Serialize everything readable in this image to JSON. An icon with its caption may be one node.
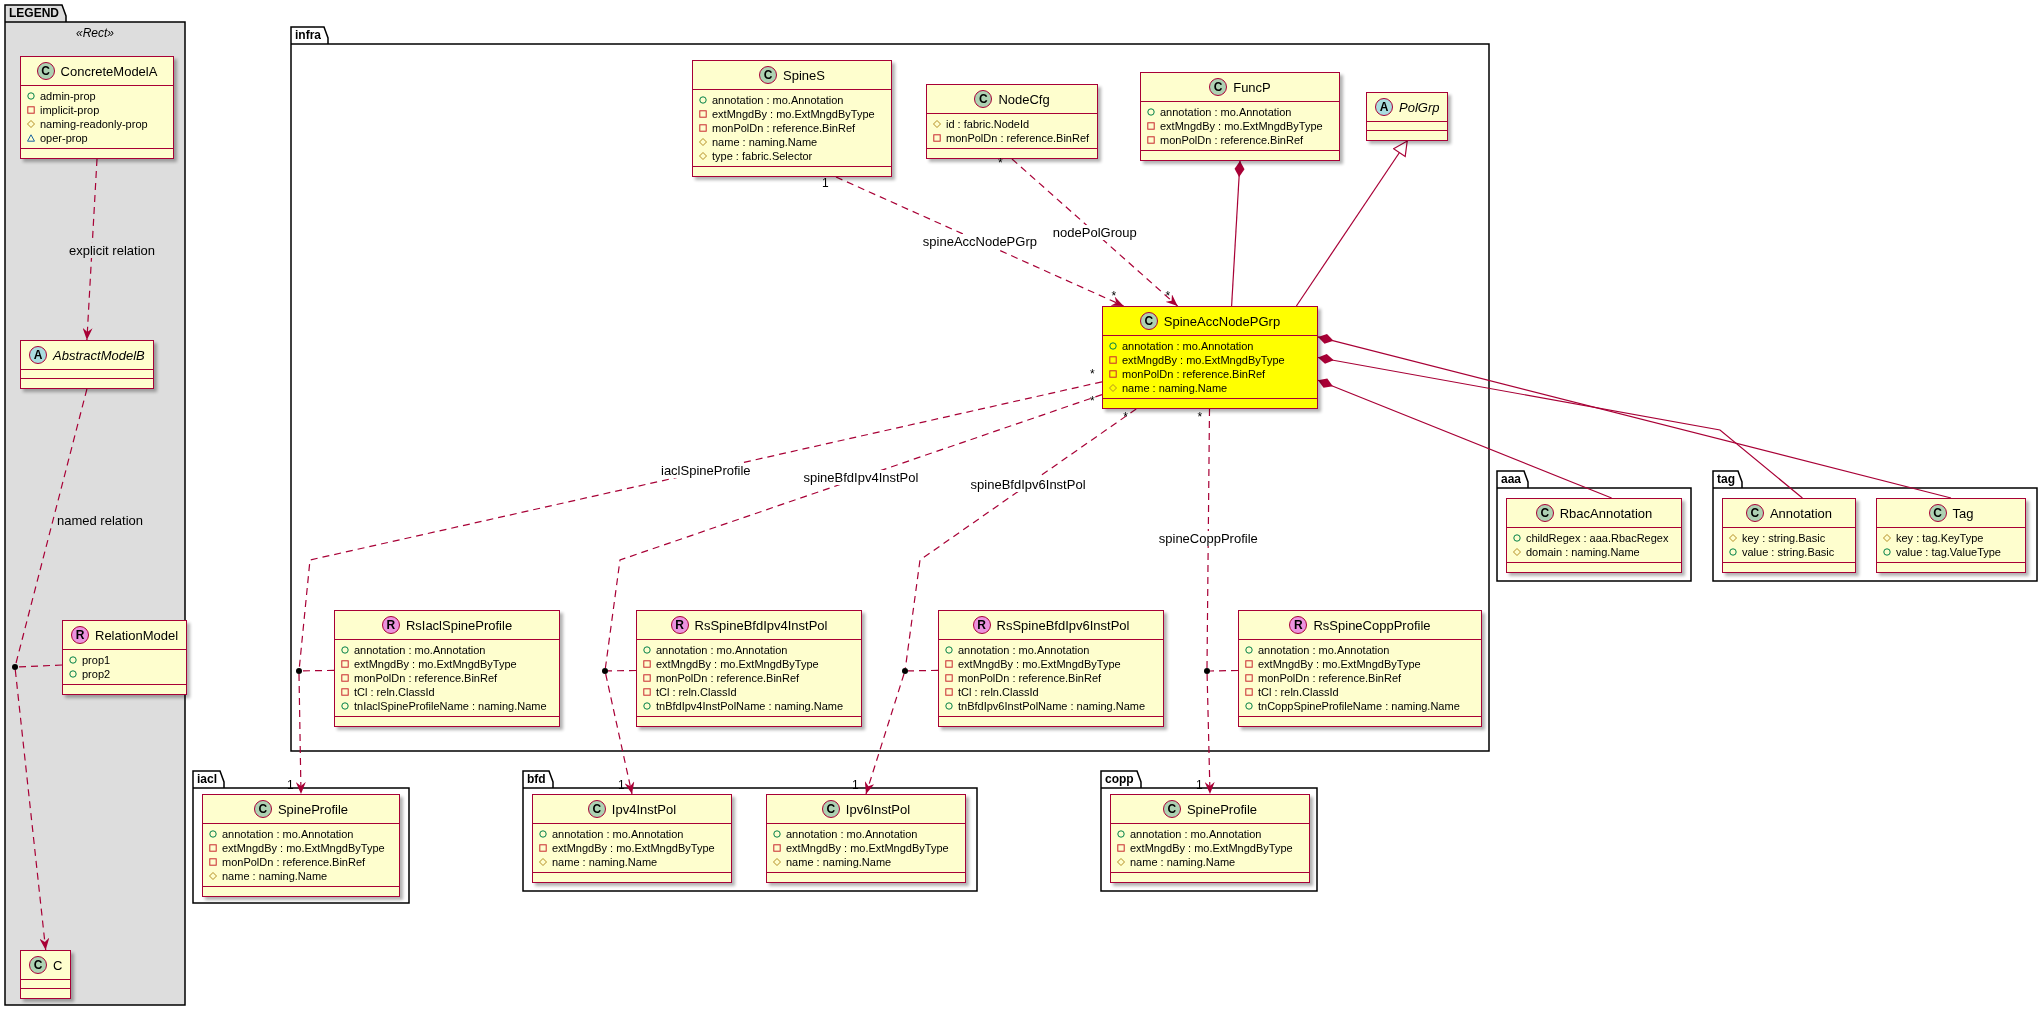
{
  "diagram": {
    "nodes": [
      {
        "text": [
          "LEGEND",
          "«Rect»"
        ]
      },
      {
        "text": [
          "C",
          "ConcreteModelA",
          "admin-prop",
          "implicit-prop",
          "naming-readonly-prop",
          "oper-prop"
        ],
        "in": 0
      },
      {
        "text": [
          "A",
          "AbstractModelB"
        ],
        "in": 0
      },
      {
        "text": [
          "R",
          "RelationModel",
          "prop1",
          "prop2"
        ],
        "in": 0
      },
      {
        "text": [
          "C",
          "C"
        ],
        "in": 0
      },
      {
        "text": [],
        "shape": "circle",
        "in": 0
      },
      {
        "text": [
          "infra"
        ]
      },
      {
        "text": [
          "C",
          "SpineS",
          "annotation : mo.Annotation",
          "extMngdBy : mo.ExtMngdByType",
          "monPolDn : reference.BinRef",
          "name : naming.Name",
          "type : fabric.Selector"
        ],
        "in": 6
      },
      {
        "text": [
          "C",
          "NodeCfg",
          "id : fabric.NodeId",
          "monPolDn : reference.BinRef"
        ],
        "in": 6
      },
      {
        "text": [
          "C",
          "FuncP",
          "annotation : mo.Annotation",
          "extMngdBy : mo.ExtMngdByType",
          "monPolDn : reference.BinRef"
        ],
        "in": 6
      },
      {
        "text": [
          "A",
          "PolGrp"
        ],
        "in": 6
      },
      {
        "text": [
          "C",
          "SpineAccNodePGrp",
          "annotation : mo.Annotation",
          "extMngdBy : mo.ExtMngdByType",
          "monPolDn : reference.BinRef",
          "name : naming.Name"
        ],
        "in": 6
      },
      {
        "text": [
          "R",
          "RsIaclSpineProfile",
          "annotation : mo.Annotation",
          "extMngdBy : mo.ExtMngdByType",
          "monPolDn : reference.BinRef",
          "tCl : reln.ClassId",
          "tnIaclSpineProfileName : naming.Name"
        ],
        "in": 6
      },
      {
        "text": [
          "R",
          "RsSpineBfdIpv4InstPol",
          "annotation : mo.Annotation",
          "extMngdBy : mo.ExtMngdByType",
          "monPolDn : reference.BinRef",
          "tCl : reln.ClassId",
          "tnBfdIpv4InstPolName : naming.Name"
        ],
        "in": 6
      },
      {
        "text": [
          "R",
          "RsSpineBfdIpv6InstPol",
          "annotation : mo.Annotation",
          "extMngdBy : mo.ExtMngdByType",
          "monPolDn : reference.BinRef",
          "tCl : reln.ClassId",
          "tnBfdIpv6InstPolName : naming.Name"
        ],
        "in": 6
      },
      {
        "text": [
          "R",
          "RsSpineCoppProfile",
          "annotation : mo.Annotation",
          "extMngdBy : mo.ExtMngdByType",
          "monPolDn : reference.BinRef",
          "tCl : reln.ClassId",
          "tnCoppSpineProfileName : naming.Name"
        ],
        "in": 6
      },
      {
        "text": [],
        "shape": "circle",
        "in": 6
      },
      {
        "text": [],
        "shape": "circle",
        "in": 6
      },
      {
        "text": [],
        "shape": "circle",
        "in": 6
      },
      {
        "text": [],
        "shape": "circle",
        "in": 6
      },
      {
        "text": [
          "aaa"
        ]
      },
      {
        "text": [
          "C",
          "RbacAnnotation",
          "childRegex : aaa.RbacRegex",
          "domain : naming.Name"
        ],
        "in": 20
      },
      {
        "text": [
          "tag"
        ]
      },
      {
        "text": [
          "C",
          "Annotation",
          "key : string.Basic",
          "value : string.Basic"
        ],
        "in": 22
      },
      {
        "text": [
          "C",
          "Tag",
          "key : tag.KeyType",
          "value : tag.ValueType"
        ],
        "in": 22
      },
      {
        "text": [
          "iacl"
        ]
      },
      {
        "text": [
          "C",
          "SpineProfile",
          "annotation : mo.Annotation",
          "extMngdBy : mo.ExtMngdByType",
          "monPolDn : reference.BinRef",
          "name : naming.Name"
        ],
        "in": 25
      },
      {
        "text": [
          "bfd"
        ]
      },
      {
        "text": [
          "C",
          "Ipv4InstPol",
          "annotation : mo.Annotation",
          "extMngdBy : mo.ExtMngdByType",
          "name : naming.Name"
        ],
        "in": 27
      },
      {
        "text": [
          "C",
          "Ipv6InstPol",
          "annotation : mo.Annotation",
          "extMngdBy : mo.ExtMngdByType",
          "name : naming.Name"
        ],
        "in": 27
      },
      {
        "text": [
          "copp"
        ]
      },
      {
        "text": [
          "C",
          "SpineProfile",
          "annotation : mo.Annotation",
          "extMngdBy : mo.ExtMngdByType",
          "name : naming.Name"
        ],
        "in": 30
      }
    ],
    "edges": [
      {
        "from": 1,
        "to": 2,
        "arrow": "to",
        "style": "dashed",
        "label": "explicit relation"
      },
      {
        "from": 2,
        "to": 5,
        "arrow": "none",
        "style": "dashed",
        "label": "named relation"
      },
      {
        "from": 5,
        "to": 4,
        "arrow": "to",
        "style": "dashed"
      },
      {
        "from": 3,
        "to": 5,
        "arrow": "none",
        "style": "dashed"
      },
      {
        "from": 7,
        "to": 11,
        "arrow": "to",
        "style": "dashed",
        "label": "spineAccNodePGrp"
      },
      {
        "from": 8,
        "to": 11,
        "arrow": "to",
        "style": "dashed",
        "label": "nodePolGroup"
      },
      {
        "from": 9,
        "to": 11,
        "arrow": "other"
      },
      {
        "from": 11,
        "to": 10,
        "arrow": "to"
      },
      {
        "from": 11,
        "to": 16,
        "arrow": "none",
        "style": "dashed",
        "label": "iaclSpineProfile"
      },
      {
        "from": 16,
        "to": 26,
        "arrow": "to",
        "style": "dashed"
      },
      {
        "from": 12,
        "to": 16,
        "arrow": "none",
        "style": "dashed"
      },
      {
        "from": 11,
        "to": 17,
        "arrow": "none",
        "style": "dashed",
        "label": "spineBfdIpv4InstPol"
      },
      {
        "from": 17,
        "to": 28,
        "arrow": "to",
        "style": "dashed"
      },
      {
        "from": 13,
        "to": 17,
        "arrow": "none",
        "style": "dashed"
      },
      {
        "from": 11,
        "to": 18,
        "arrow": "none",
        "style": "dashed",
        "label": "spineBfdIpv6InstPol"
      },
      {
        "from": 18,
        "to": 29,
        "arrow": "to",
        "style": "dashed"
      },
      {
        "from": 14,
        "to": 18,
        "arrow": "none",
        "style": "dashed"
      },
      {
        "from": 11,
        "to": 19,
        "arrow": "none",
        "style": "dashed",
        "label": "spineCoppProfile"
      },
      {
        "from": 19,
        "to": 31,
        "arrow": "to",
        "style": "dashed"
      },
      {
        "from": 15,
        "to": 19,
        "arrow": "none",
        "style": "dashed"
      },
      {
        "from": 11,
        "to": 21,
        "arrow": "other"
      },
      {
        "from": 11,
        "to": 23,
        "arrow": "other"
      },
      {
        "from": 11,
        "to": 24,
        "arrow": "other"
      }
    ],
    "labels": [
      "1",
      "*",
      "*",
      "*",
      "*",
      "1",
      "*",
      "1",
      "*",
      "1",
      "*",
      "1"
    ]
  }
}
